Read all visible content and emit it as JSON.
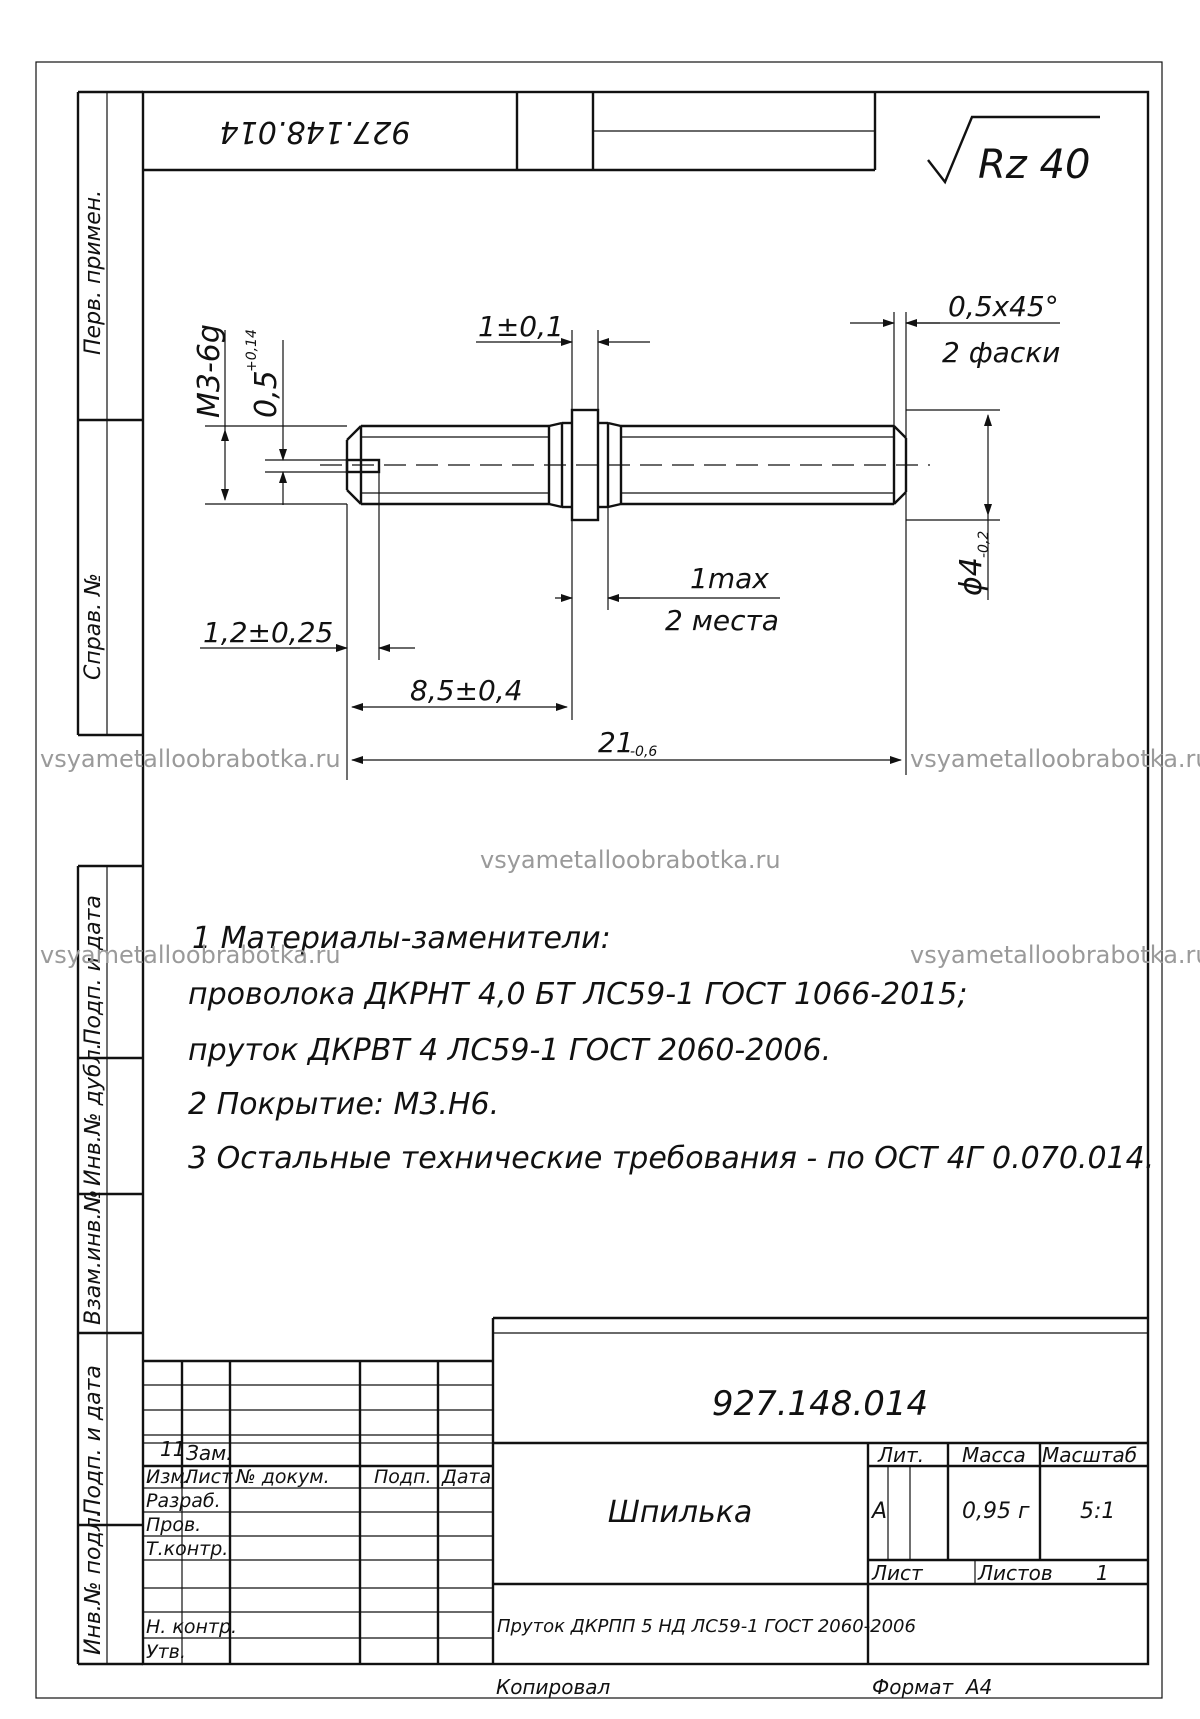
{
  "top_code_stamp": "927.148.014",
  "roughness": "Rz 40",
  "side_labels": {
    "perv_primen": "Перв. примен.",
    "sprav_no": "Справ. №",
    "podp_data_1": "Подп. и дата",
    "inv_dubl": "Инв.№ дубл.",
    "vzam_inv": "Взам.инв.№",
    "podp_data_2": "Подп. и дата",
    "inv_podl": "Инв.№ подл."
  },
  "dimensions": {
    "thread": "М3-6g",
    "slot_width_main": "0,5",
    "slot_width_tol": "+0,14",
    "collar": "1±0,1",
    "chamfer_line1": "0,5x45°",
    "chamfer_line2": "2 фаски",
    "undercut_line1": "1max",
    "undercut_line2": "2 места",
    "diameter_main": "ϕ4",
    "diameter_tol": "-0,2",
    "slot_depth": "1,2±0,25",
    "collar_pos": "8,5±0,4",
    "length_main": "21",
    "length_tol": "-0,6"
  },
  "notes": [
    "1 Материалы-заменители:",
    "проволока ДКРНТ 4,0 БТ ЛС59-1 ГОСТ 1066-2015;",
    "пруток ДКРВТ 4 ЛС59-1 ГОСТ 2060-2006.",
    "2 Покрытие: М3.Н6.",
    "3 Остальные технические требования - по ОСТ 4Г 0.070.014."
  ],
  "title_block": {
    "designation": "927.148.014",
    "revision_row": [
      "11",
      "Зам."
    ],
    "header_cells": [
      "Изм.",
      "Лист",
      "№ докум.",
      "Подп.",
      "Дата"
    ],
    "roles": [
      "Разраб.",
      "Пров.",
      "Т.контр.",
      "Н. контр.",
      "Утв."
    ],
    "name": "Шпилька",
    "lit_label": "Лит.",
    "mass_label": "Масса",
    "scale_label": "Масштаб",
    "lit_value": "А",
    "mass_value": "0,95 г",
    "scale_value": "5:1",
    "sheet_label": "Лист",
    "sheets_label": "Листов",
    "sheets_value": "1",
    "material": "Пруток ДКРПП 5 НД ЛС59-1 ГОСТ 2060-2006"
  },
  "footer": {
    "copied": "Копировал",
    "format_label": "Формат",
    "format_value": "А4"
  },
  "watermarks": [
    "vsyametalloobrabotka.ru",
    "vsyametalloobrabotka.ru",
    "vsyametalloobrabotka.ru",
    "vsyametalloobrabotka.ru",
    "vsyametalloobrabotka.ru"
  ]
}
